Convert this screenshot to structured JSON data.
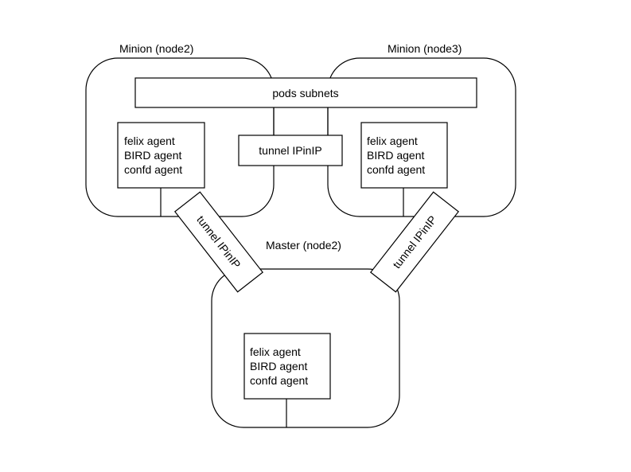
{
  "nodes": {
    "minion_left": {
      "title": "Minion (node2)"
    },
    "minion_right": {
      "title": "Minion (node3)"
    },
    "master": {
      "title": "Master (node2)"
    }
  },
  "pods_subnets": "pods subnets",
  "agents": [
    "felix agent",
    "BIRD agent",
    "confd agent"
  ],
  "tunnel_label": "tunnel IPinIP"
}
